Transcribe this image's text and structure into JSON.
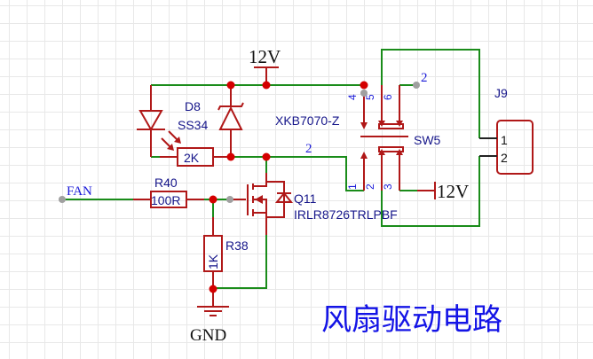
{
  "title": "风扇驱动电路",
  "power": {
    "vcc_top": "12V",
    "vcc_right": "12V",
    "gnd": "GND"
  },
  "nets": {
    "fan": "FAN",
    "net2_mid": "2",
    "net2_top": "2"
  },
  "components": {
    "d8": {
      "ref": "D8",
      "value": "SS34"
    },
    "led_res": {
      "value": "2K"
    },
    "r40": {
      "ref": "R40",
      "value": "100R"
    },
    "r38": {
      "ref": "R38",
      "value": "1K"
    },
    "q11": {
      "ref": "Q11",
      "value": "IRLR8726TRLPBF"
    },
    "sw5": {
      "ref": "SW5",
      "value": "XKB7070-Z",
      "pins": [
        "1",
        "2",
        "3",
        "4",
        "5",
        "6"
      ]
    },
    "j9": {
      "ref": "J9",
      "pins": [
        "1",
        "2"
      ]
    }
  },
  "colors": {
    "wire": "#1a8c1a",
    "component": "#b01818",
    "junction": "#d40000",
    "label": "#16168a",
    "net": "#1a1ad8",
    "title": "#1414e6"
  }
}
